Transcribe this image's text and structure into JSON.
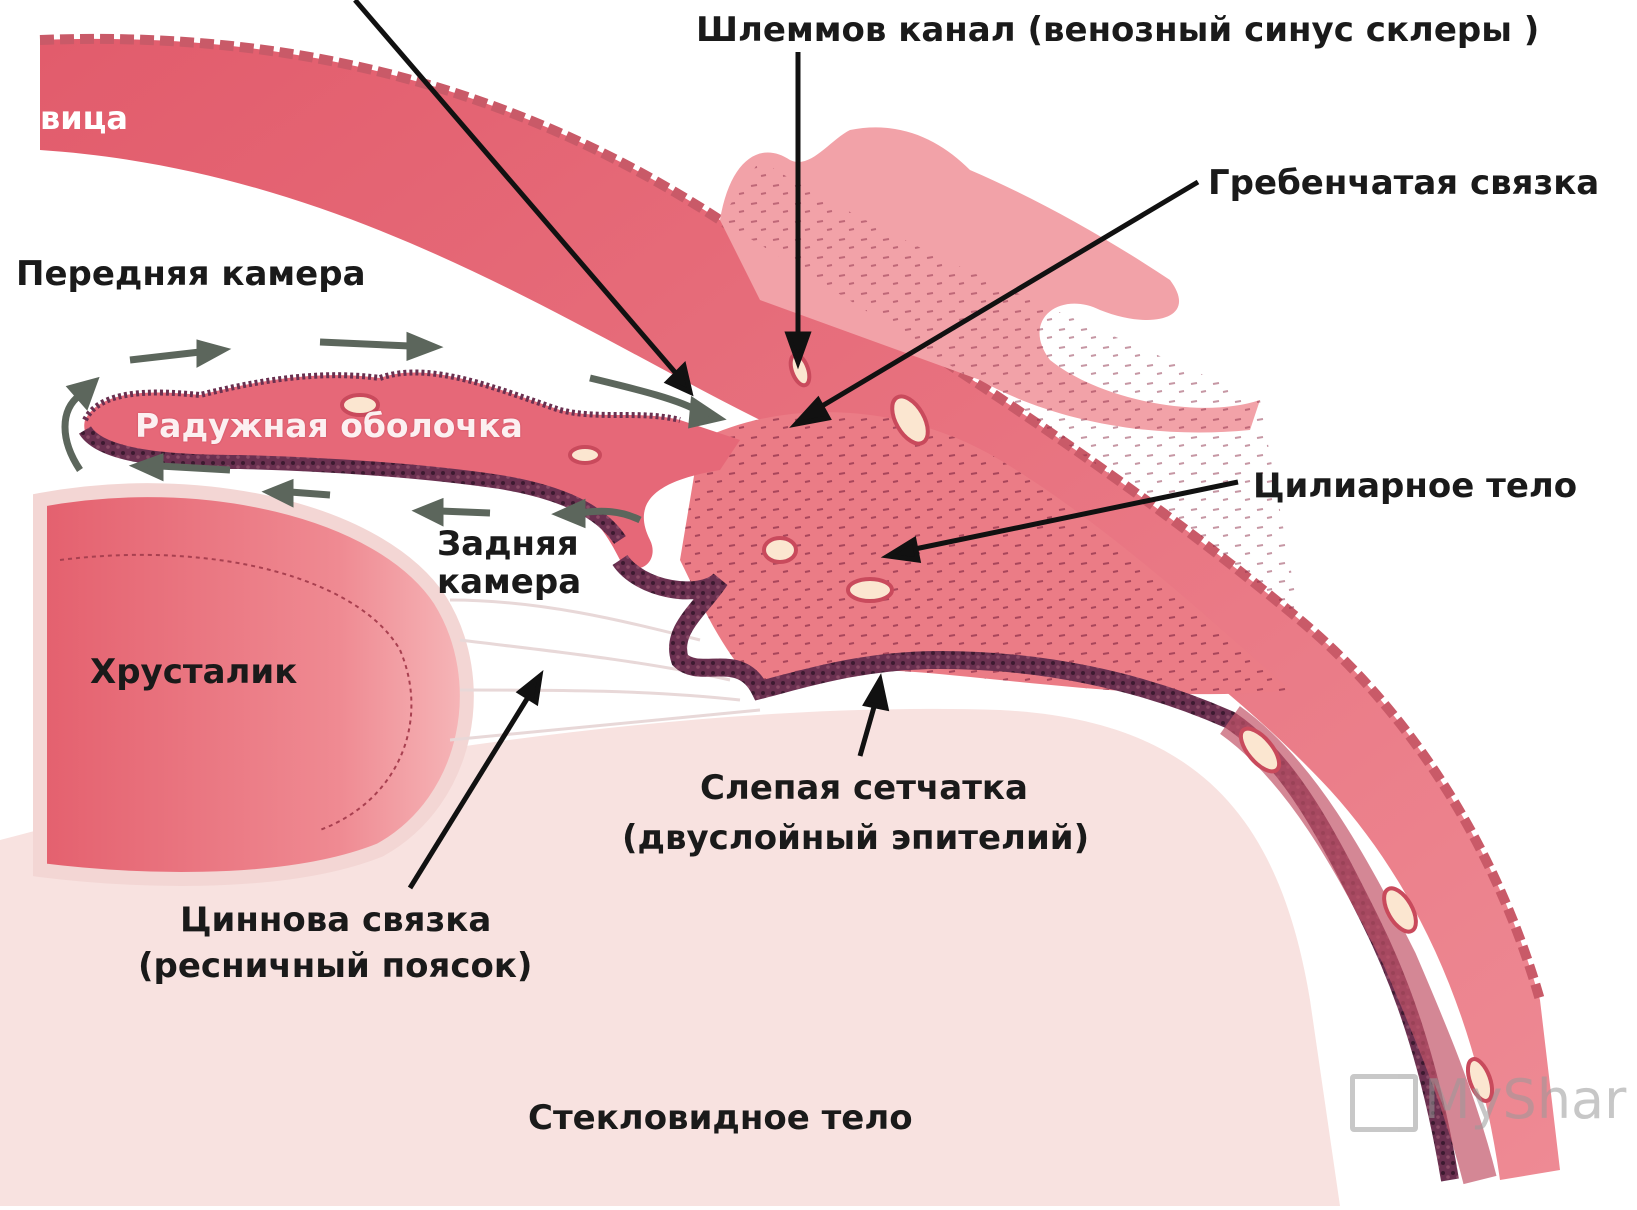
{
  "labels": {
    "cornea_fragment": "вица",
    "schlemm_canal": "Шлеммов канал (венозный синус склеры )",
    "pectinate_ligament": "Гребенчатая связка",
    "anterior_chamber": "Передняя камера",
    "iris": "Радужная оболочка",
    "ciliary_body": "Цилиарное тело",
    "posterior_chamber_line1": "Задняя",
    "posterior_chamber_line2": "камера",
    "lens": "Хрусталик",
    "blind_retina_line1": "Слепая сетчатка",
    "blind_retina_line2": "(двуслойный  эпителий)",
    "zinn_ligament_line1": "Циннова связка",
    "zinn_ligament_line2": "(ресничный поясок)",
    "vitreous_body": "Стекловидное тело"
  },
  "watermark": {
    "text": "MyShar"
  },
  "colors": {
    "tissue": "#e8707c",
    "tissue_light": "#f4b0b4",
    "tissue_dark": "#c84b5a",
    "epithelium": "#5a2a44",
    "vitreous": "#f8e4e2",
    "arrow": "#111111",
    "flow_arrow": "#606860"
  }
}
